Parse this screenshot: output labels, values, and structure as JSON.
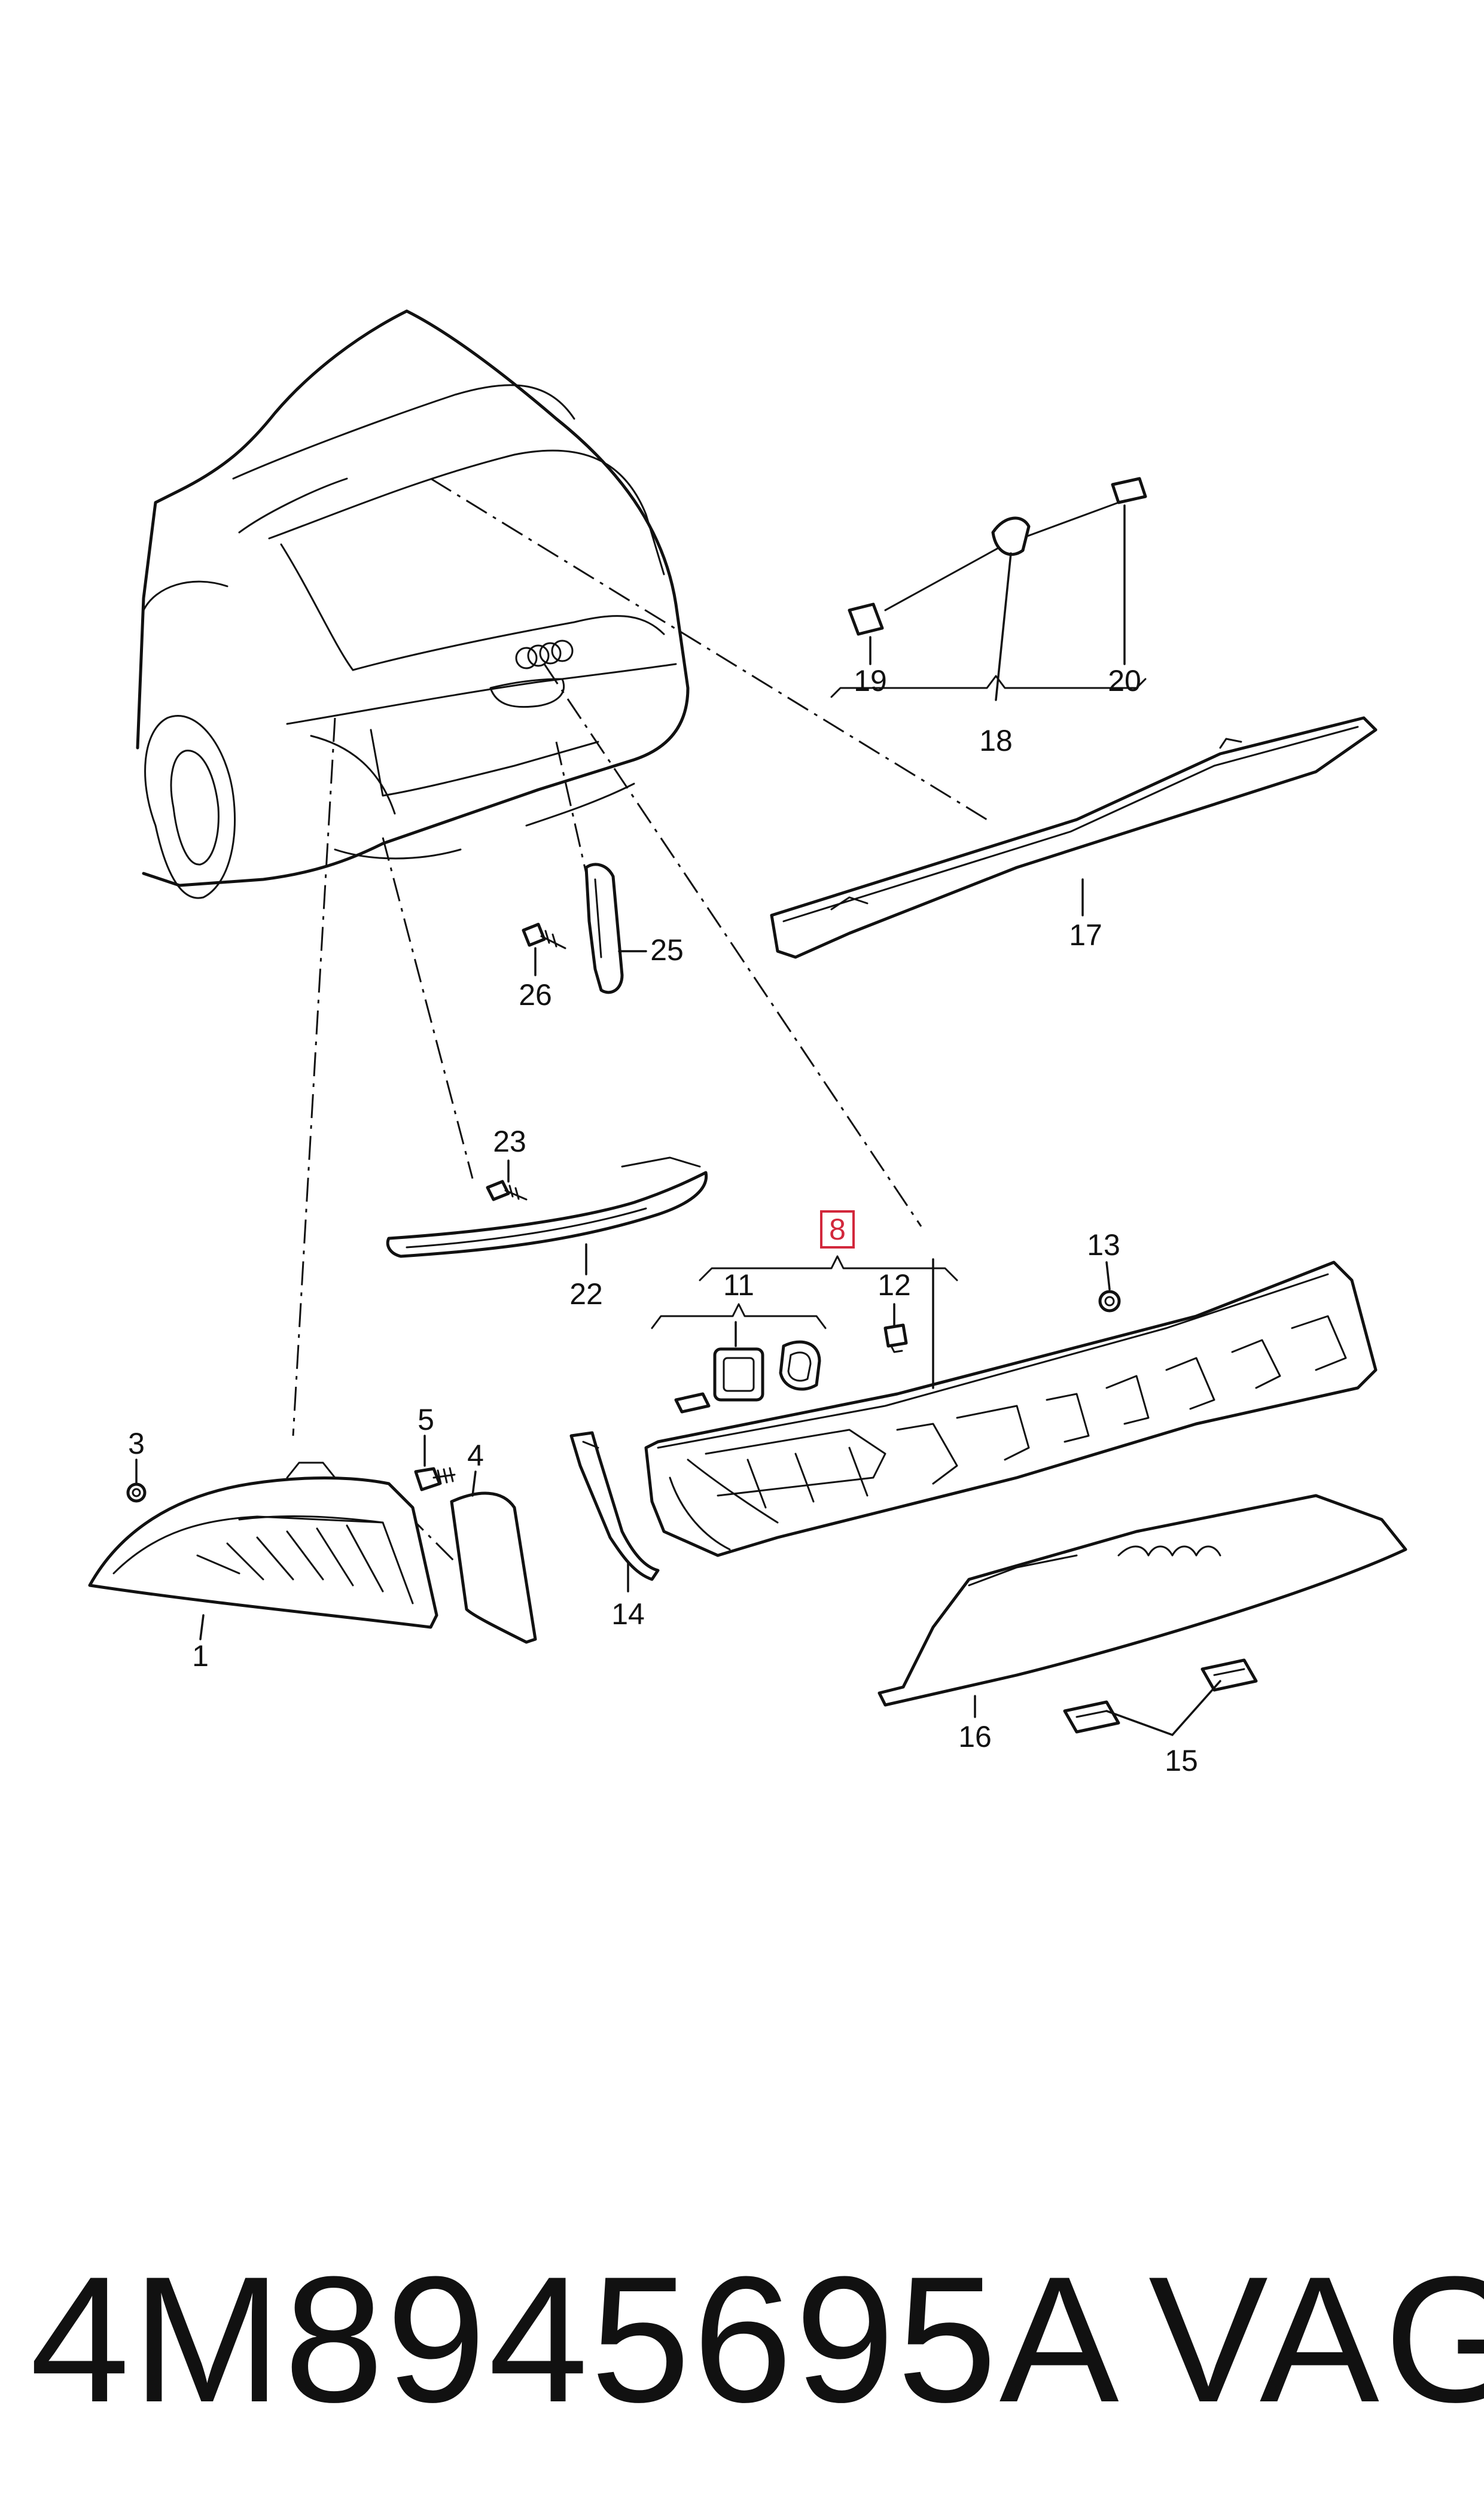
{
  "callouts": {
    "c1": "1",
    "c3": "3",
    "c4": "4",
    "c5": "5",
    "c8": "8",
    "c11": "11",
    "c12": "12",
    "c13": "13",
    "c14": "14",
    "c15": "15",
    "c16": "16",
    "c17": "17",
    "c18": "18",
    "c19": "19",
    "c20": "20",
    "c22": "22",
    "c23": "23",
    "c25": "25",
    "c26": "26"
  },
  "highlight_color": "#d2283c",
  "footer": {
    "part_number": "4M8945695A",
    "brand": "VAG"
  }
}
